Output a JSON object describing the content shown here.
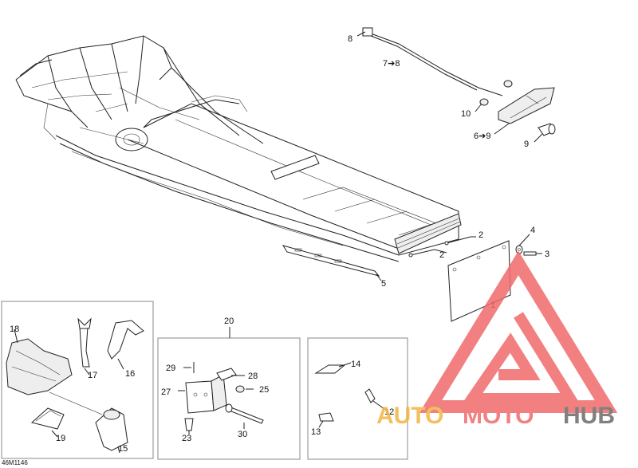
{
  "diagram": {
    "drawing_code": "46M1146",
    "callouts": [
      {
        "id": "c1",
        "text": "1"
      },
      {
        "id": "c2a",
        "text": "2"
      },
      {
        "id": "c2b",
        "text": "2"
      },
      {
        "id": "c3",
        "text": "3"
      },
      {
        "id": "c4",
        "text": "4"
      },
      {
        "id": "c5",
        "text": "5"
      },
      {
        "id": "c6",
        "text": "6➔9"
      },
      {
        "id": "c7",
        "text": "7➔8"
      },
      {
        "id": "c8",
        "text": "8"
      },
      {
        "id": "c9",
        "text": "9"
      },
      {
        "id": "c10",
        "text": "10"
      },
      {
        "id": "c12",
        "text": "12"
      },
      {
        "id": "c13",
        "text": "13"
      },
      {
        "id": "c14",
        "text": "14"
      },
      {
        "id": "c15",
        "text": "15"
      },
      {
        "id": "c16",
        "text": "16"
      },
      {
        "id": "c17",
        "text": "17"
      },
      {
        "id": "c18",
        "text": "18"
      },
      {
        "id": "c19",
        "text": "19"
      },
      {
        "id": "c20",
        "text": "20"
      },
      {
        "id": "c23",
        "text": "23"
      },
      {
        "id": "c25",
        "text": "25"
      },
      {
        "id": "c27",
        "text": "27"
      },
      {
        "id": "c28",
        "text": "28"
      },
      {
        "id": "c29",
        "text": "29"
      },
      {
        "id": "c30",
        "text": "30"
      }
    ]
  },
  "watermark": {
    "brand_auto": "AUTO",
    "brand_moto": "MOTO",
    "brand_hub": "HUB",
    "color_red": "#f06a6a",
    "color_gold": "#f2b544",
    "color_gray": "#6b6b6b"
  }
}
